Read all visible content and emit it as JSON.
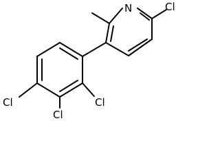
{
  "atoms": {
    "nitrogen": "N",
    "chlorine_pyridine": "Cl",
    "chlorine_2": "Cl",
    "chlorine_3": "Cl",
    "chlorine_4": "Cl"
  },
  "colors": {
    "bond": "#000000",
    "label": "#000000",
    "background": "#ffffff"
  }
}
